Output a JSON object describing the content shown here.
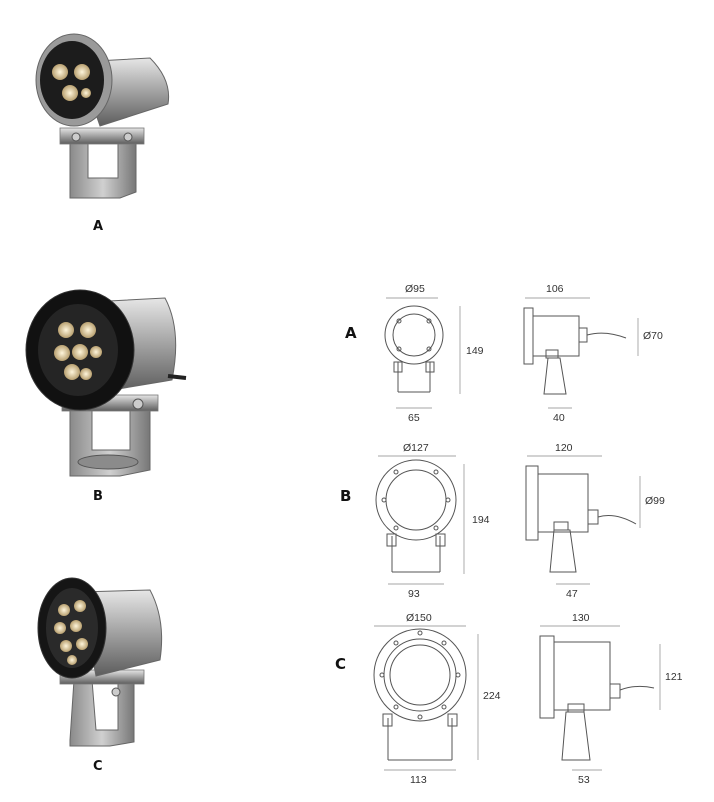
{
  "products": [
    {
      "label": "A"
    },
    {
      "label": "B"
    },
    {
      "label": "C"
    }
  ],
  "drawings": [
    {
      "label": "A",
      "front_diameter": "Ø95",
      "front_height": "149",
      "front_base": "65",
      "side_length": "106",
      "side_diameter": "Ø70",
      "side_base": "40"
    },
    {
      "label": "B",
      "front_diameter": "Ø127",
      "front_height": "194",
      "front_base": "93",
      "side_length": "120",
      "side_diameter": "Ø99",
      "side_base": "47"
    },
    {
      "label": "C",
      "front_diameter": "Ø150",
      "front_height": "224",
      "front_base": "113",
      "side_length": "130",
      "side_diameter": "121",
      "side_base": "53"
    }
  ],
  "colors": {
    "steel_light": "#c9c9c9",
    "steel_dark": "#6e6e6e",
    "bezel": "#1a1a1a",
    "led": "#e8d7a8",
    "line": "#555555"
  }
}
